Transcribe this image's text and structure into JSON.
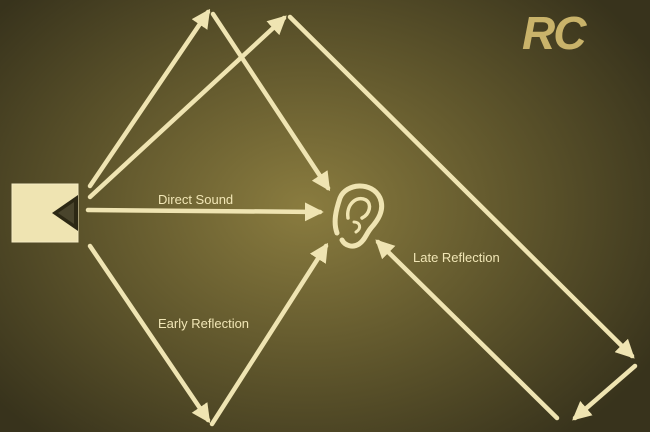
{
  "logo": {
    "text": "RC"
  },
  "labels": {
    "direct_sound": "Direct Sound",
    "early_reflection": "Early Reflection",
    "late_reflection": "Late Reflection"
  },
  "icons": {
    "speaker": "speaker-icon",
    "ear": "ear-icon"
  },
  "colors": {
    "background_center": "#8a7c3f",
    "background_edge": "#38331c",
    "arrow": "#efe4b2",
    "speaker_fill": "#efe4b2",
    "logo": "#c9b36a",
    "label_text": "#f1e6b6"
  }
}
